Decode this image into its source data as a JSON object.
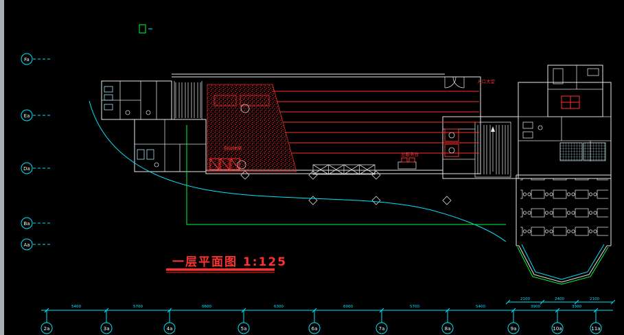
{
  "viewport": {
    "background": "#000000",
    "edge_strip_color": "#a8aeb4"
  },
  "title_block": {
    "title": "一层平面图 1:125"
  },
  "annotations": {
    "entrance_hall": "入口大堂",
    "service_desk": "总服务台",
    "escalator": "自动扶梯"
  },
  "grid_axes": {
    "left": [
      {
        "label": "Fa"
      },
      {
        "label": "Ea"
      },
      {
        "label": "Da"
      },
      {
        "label": "Ba"
      },
      {
        "label": "Aa"
      }
    ],
    "bottom": [
      {
        "label": "2a"
      },
      {
        "label": "3a"
      },
      {
        "label": "4a"
      },
      {
        "label": "5a"
      },
      {
        "label": "6a"
      },
      {
        "label": "7a"
      },
      {
        "label": "8a"
      },
      {
        "label": "9a"
      },
      {
        "label": "10a"
      },
      {
        "label": "11a"
      }
    ]
  },
  "dimensions": {
    "bottom_segments": [
      "5400",
      "5700",
      "6600",
      "6300",
      "6000",
      "5700",
      "5400",
      "3900",
      "3300"
    ],
    "right_segments": [
      "2100",
      "2400",
      "2100"
    ]
  },
  "colors": {
    "cyan": "#00E5FF",
    "red": "#FF3030",
    "green": "#00FF30",
    "white": "#E9E9E9"
  }
}
